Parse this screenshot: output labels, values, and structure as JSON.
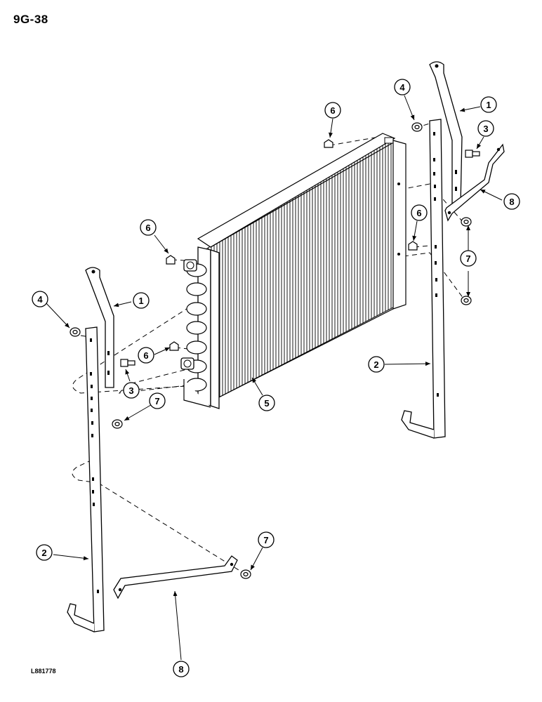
{
  "page_number": "9G-38",
  "drawing_id": "L881778",
  "callouts": {
    "c1a": "1",
    "c1b": "1",
    "c2a": "2",
    "c2b": "2",
    "c3a": "3",
    "c3b": "3",
    "c4a": "4",
    "c4b": "4",
    "c5": "5",
    "c6a": "6",
    "c6b": "6",
    "c6c": "6",
    "c6d": "6",
    "c7a": "7",
    "c7b": "7",
    "c7c": "7",
    "c8a": "8",
    "c8b": "8"
  }
}
